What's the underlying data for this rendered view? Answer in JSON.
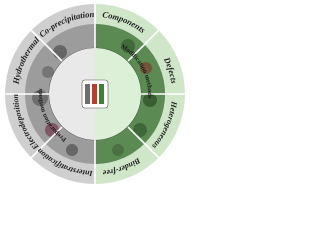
{
  "diagram": {
    "center": {
      "caption_top": "",
      "caption_bottom": ""
    },
    "inner_ring": {
      "left_title": "Preparation methods",
      "right_title": "Modification methods"
    },
    "outer_ring": {
      "left_labels": {
        "hydrothermal": "Hydrothermal",
        "co_precipitation": "Co-precipitation",
        "electrodeposition": "Electrodeposition",
        "interstratification": "Interstratification"
      },
      "right_labels": {
        "components": "Components",
        "defects": "Defects",
        "heterogeneous": "Heterogeneous",
        "binder_free": "Binder-free"
      }
    },
    "colors": {
      "left_half": "#8a8a8a",
      "right_half": "#3f7f3a",
      "outer_ring_gray": "#cfcfcf",
      "outer_ring_green": "#cfe6c9",
      "separator": "#ffffff",
      "text": "#1b1b1b"
    }
  }
}
